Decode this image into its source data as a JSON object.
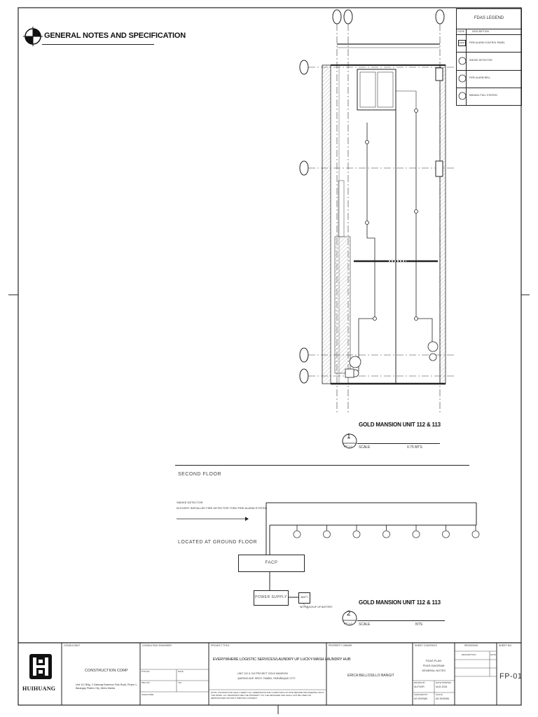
{
  "header": {
    "title": "GENERAL NOTES AND SPECIFICATION"
  },
  "legend": {
    "title": "FDAS LEGEND",
    "col_symbol": "CODE",
    "col_desc": "DESCRIPTION",
    "items": [
      {
        "code": "FACP",
        "desc": "FIRE ALARM CONTROL PANEL"
      },
      {
        "code": "",
        "desc": "SMOKE DETECTOR"
      },
      {
        "code": "",
        "desc": "FIRE ALARM BELL"
      },
      {
        "code": "",
        "desc": "MANUAL PULL STATION"
      }
    ]
  },
  "plan": {
    "grid_bubbles_top": [
      "",
      "",
      ""
    ],
    "grid_bubbles_left": [
      "",
      "",
      "",
      ""
    ],
    "detail_title": "GOLD MANSION UNIT 112 & 113",
    "detail_number": "1",
    "detail_sheet": "FP 1.0",
    "scale_label": "SCALE",
    "scale_value": "0.75 MTS"
  },
  "riser": {
    "second_floor": "SECOND FLOOR",
    "note_line1": "SMOKE DETECTOR",
    "note_line2": "IN EVERY INSTALLED FIRE DETECTOR THRU FIRE ALARM SYSTEM",
    "located_ground": "LOCATED AT GROUND FLOOR",
    "facp": "FACP",
    "power_supply": "POWER SUPPLY",
    "batt": "BATT",
    "batt_note": "WITH BACKUP UP BATTERY",
    "detail_title": "GOLD MANSION UNIT 112 & 113",
    "detail_number": "2",
    "detail_sheet": "FP 1.0",
    "scale_label": "SCALE",
    "scale_value": "NTS",
    "detector_count": 7
  },
  "titleblock": {
    "logo_text": "HUIHUANG",
    "consultant_label": "CONSULTANT",
    "consultant_name": "CONSTRUCTION CORP",
    "consultant_address": "Unit 112 Bldg. 2 Gateway Business Park Road, Phase 1, Barangay Platero City, Metro Manila",
    "engineer_label": "CONSULTING ENGINEER",
    "field_ptr": "PTR NO.",
    "field_date": "DATE",
    "field_prc": "PRC NO.",
    "field_tin": "TIN",
    "field_sign": "SIGNATURE",
    "project_label": "PROJECT TITLE",
    "project_title": "EVERYWHERE LOGISTIC SERVICES/LAUNDRY UP LUCKY-WASH LAUNDRY HUB",
    "project_addr1": "UNIT 112 & 113 PROJECT GOLD MANSION",
    "project_addr2": "QUIRINO AVE. BRGY. TAMBO, PARAÑAQUE CITY",
    "project_note": "NOTE: CONTRACTOR SHALL VERIFY ALL DIMENSIONS AND CONDITIONS ON SITE BEFORE PROCEEDING WITH THE WORK. ALL DRAWINGS ARE THE PROPERTY OF THE DESIGNER AND SHALL NOT BE USED OR REPRODUCED WITHOUT WRITTEN CONSENT.",
    "owner_label": "PROPERTY OWNER",
    "owner_name": "ERICA BELLOSILLO BANGIT",
    "sheet_contents_label": "SHEET CONTENTS",
    "sheet_contents": [
      "FDAS PLAN",
      "FDAS DIAGRAM",
      "GENERAL NOTES"
    ],
    "drawn_by_label": "DRAWN BY",
    "drawn_by": "AUTHOR",
    "date_label": "DATE PRINTED",
    "date_value": "AUG 2024",
    "checked_label": "CHECKED BY",
    "checked_by": "AS SHOWN",
    "scale_label": "SCALE",
    "scale_value": "AS SHOWN",
    "revisions_label": "REVISIONS",
    "rev_col1": "DESCRIPTION",
    "rev_col2": "DATE",
    "sheet_no_label": "SHEET NO.",
    "sheet_no": "FP-01"
  }
}
